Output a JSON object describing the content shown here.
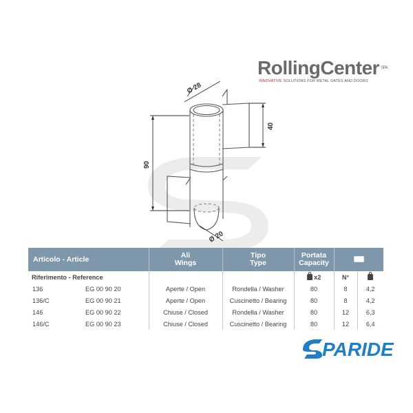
{
  "logo": {
    "brand_part1": "Rolling",
    "brand_part2": "Center",
    "trademark": "SPA",
    "tagline_red": "INNOVATIVE",
    "tagline_rest": " SOLUTIONS FOR ",
    "tagline_end": "METAL GATES AND DOORS"
  },
  "drawing": {
    "dim_top": "Ø 28",
    "dim_side": "40",
    "dim_height": "90",
    "dim_bottom": "Ø 20"
  },
  "table": {
    "headers": {
      "article": "Articolo - Article",
      "wings_it": "Ali",
      "wings_en": "Wings",
      "type_it": "Tipo",
      "type_en": "Type",
      "capacity_it": "Portata",
      "capacity_en": "Capacity"
    },
    "subheader": {
      "reference": "Riferimento - Reference",
      "x2": "x2",
      "number": "N°"
    },
    "rows": [
      {
        "ref": "136",
        "code": "EG 00 90 20",
        "wings": "Aperte / Open",
        "type": "Rondella / Washer",
        "capacity": "80",
        "qty": "8",
        "weight": "4,2"
      },
      {
        "ref": "136/C",
        "code": "EG 00 90 21",
        "wings": "Aperte / Open",
        "type": "Cuscinetto / Bearing",
        "capacity": "80",
        "qty": "8",
        "weight": "4,2"
      },
      {
        "ref": "146",
        "code": "EG 00 90 22",
        "wings": "Chiuse / Closed",
        "type": "Rondella / Washer",
        "capacity": "80",
        "qty": "12",
        "weight": "6,3"
      },
      {
        "ref": "146/C",
        "code": "EG 00 90 23",
        "wings": "Chiuse / Closed",
        "type": "Cuscinetto / Bearing",
        "capacity": "80",
        "qty": "12",
        "weight": "6,4"
      }
    ]
  },
  "footer_logo": "PARIDE",
  "colors": {
    "header_bg": "#7f97ab",
    "logo_red": "#c0272d",
    "paride_blue": "#1f7fc4",
    "watermark_gray": "#e9e9e9"
  }
}
